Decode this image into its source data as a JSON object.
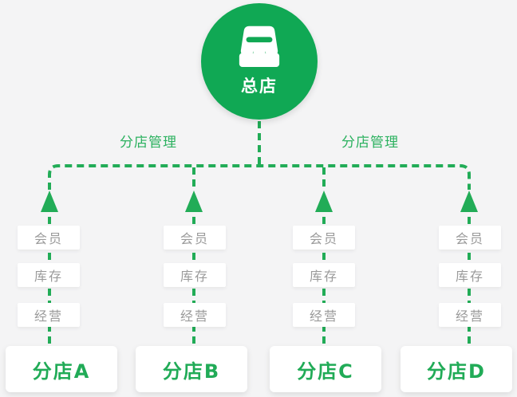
{
  "colors": {
    "brand_green": "#10a854",
    "line_green": "#22ac57",
    "label_green": "#2bb15f",
    "branch_text_green": "#21ab57",
    "service_text_gray": "#9a9a9a",
    "background": "#f4f4f5",
    "box_white": "#ffffff"
  },
  "main_store": {
    "label": "总店",
    "icon": "storefront-icon"
  },
  "manage_labels": [
    "分店管理",
    "分店管理"
  ],
  "columns": [
    {
      "branch": "分店A",
      "services": [
        "会员",
        "库存",
        "经营"
      ]
    },
    {
      "branch": "分店B",
      "services": [
        "会员",
        "库存",
        "经营"
      ]
    },
    {
      "branch": "分店C",
      "services": [
        "会员",
        "库存",
        "经营"
      ]
    },
    {
      "branch": "分店D",
      "services": [
        "会员",
        "库存",
        "经营"
      ]
    }
  ]
}
